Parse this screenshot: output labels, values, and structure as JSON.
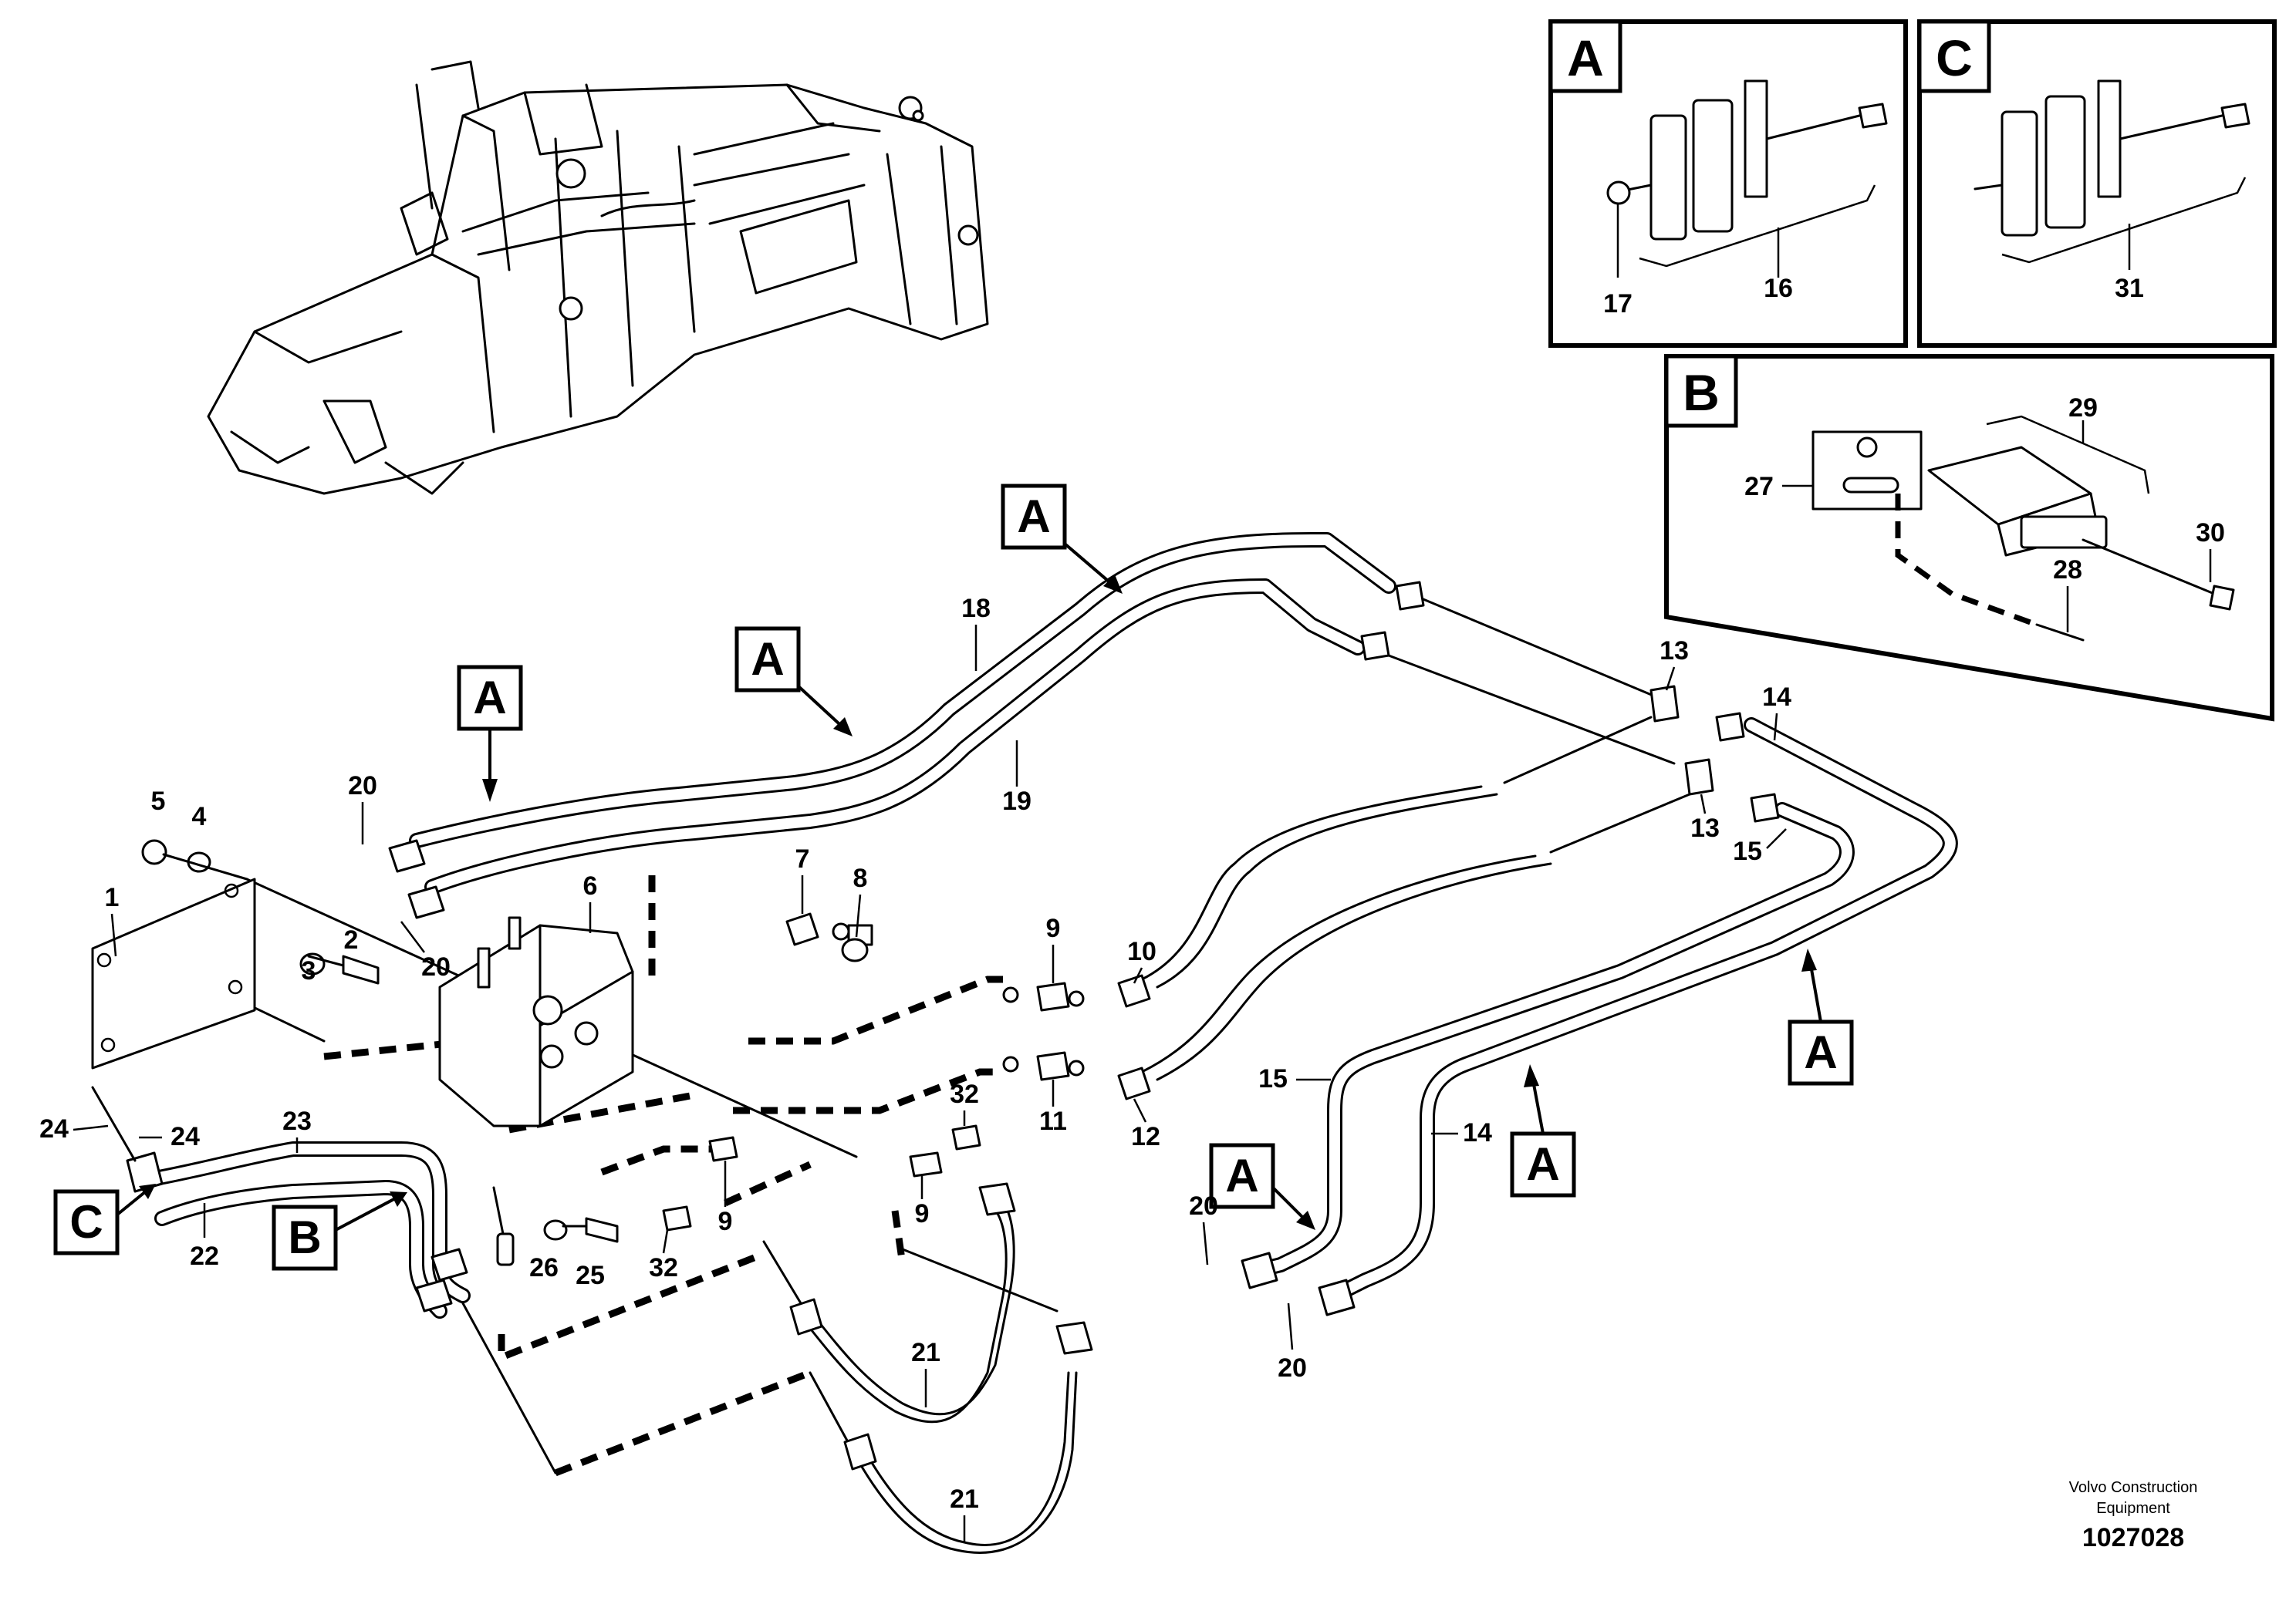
{
  "details": {
    "a": {
      "tag": "A",
      "labels": [
        "17",
        "16"
      ]
    },
    "c": {
      "tag": "C",
      "labels": [
        "31"
      ]
    },
    "b": {
      "tag": "B",
      "labels": [
        "29",
        "27",
        "30",
        "28"
      ]
    }
  },
  "callouts": [
    "A",
    "A",
    "A",
    "A",
    "A",
    "A",
    "B",
    "C"
  ],
  "labels": {
    "n1": "1",
    "n2": "2",
    "n3": "3",
    "n4": "4",
    "n5": "5",
    "n6": "6",
    "n7": "7",
    "n8": "8",
    "n9a": "9",
    "n9b": "9",
    "n9c": "9",
    "n10": "10",
    "n11": "11",
    "n12": "12",
    "n13a": "13",
    "n13b": "13",
    "n14a": "14",
    "n14b": "14",
    "n15a": "15",
    "n15b": "15",
    "n18": "18",
    "n19": "19",
    "n20a": "20",
    "n20b": "20",
    "n20c": "20",
    "n20d": "20",
    "n21a": "21",
    "n21b": "21",
    "n22": "22",
    "n23": "23",
    "n24a": "24",
    "n24b": "24",
    "n25": "25",
    "n26": "26",
    "n32a": "32",
    "n32b": "32"
  },
  "footer": {
    "line1": "Volvo Construction",
    "line2": "Equipment",
    "id": "1027028"
  }
}
